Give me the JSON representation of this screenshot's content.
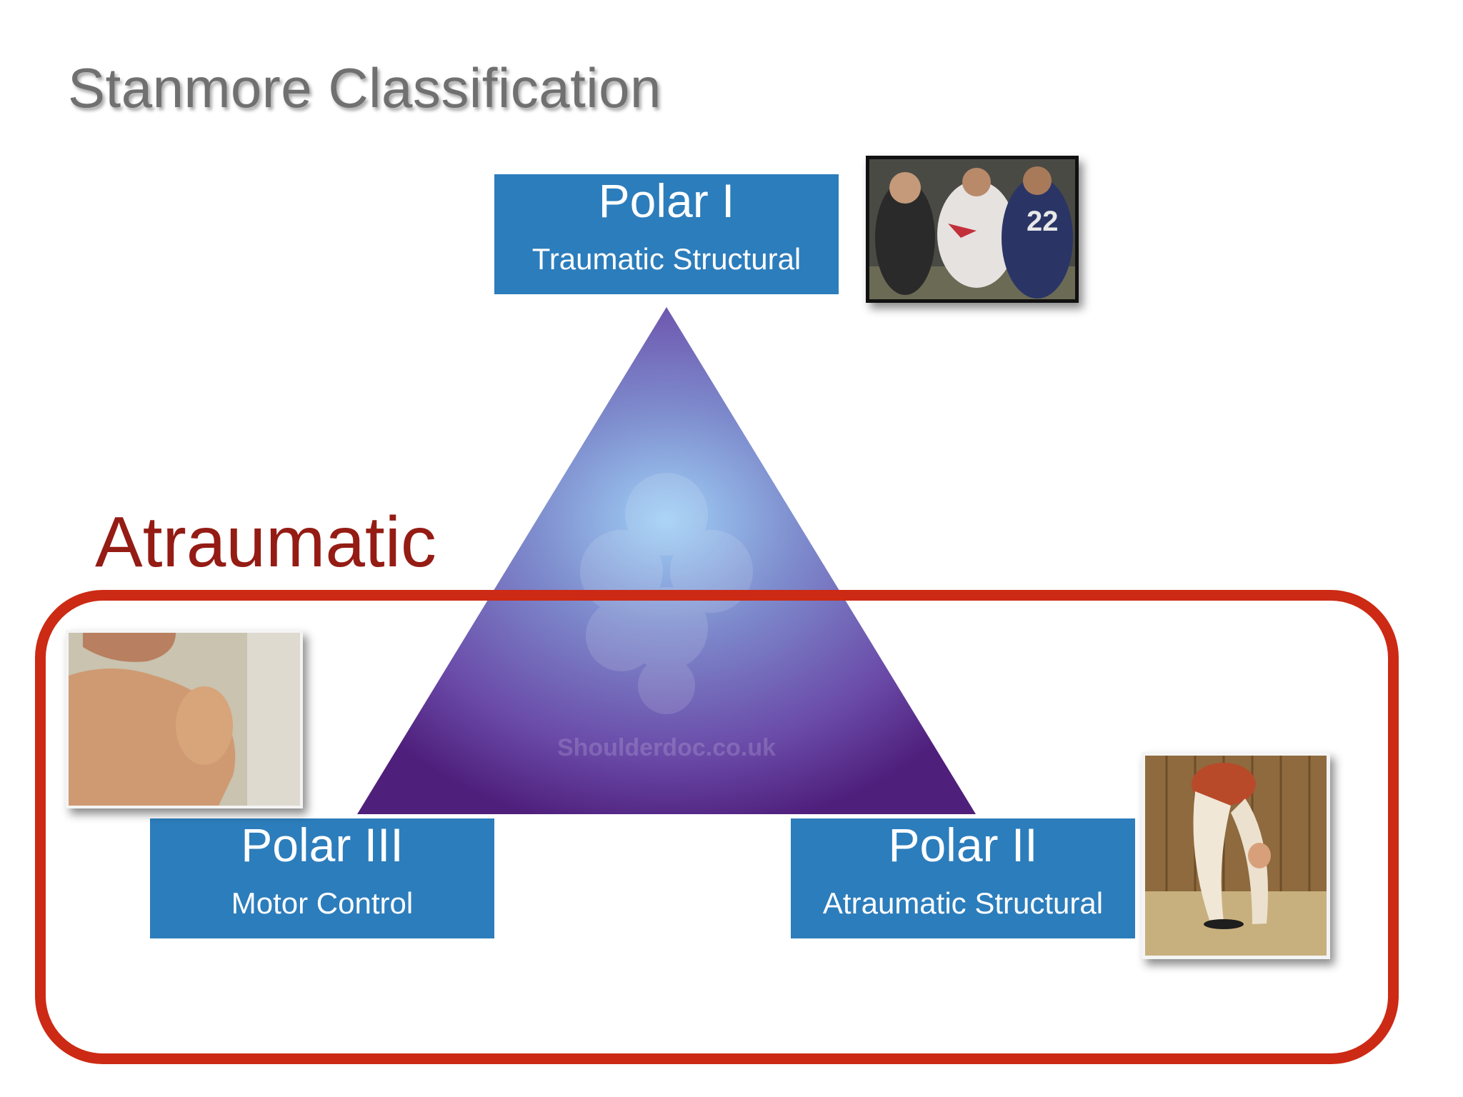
{
  "title": "Stanmore Classification",
  "atraumatic_label": "Atraumatic",
  "watermark": "Shoulderdoc.co.uk",
  "polar_1": {
    "name": "Polar I",
    "subtitle": "Traumatic Structural"
  },
  "polar_2": {
    "name": "Polar II",
    "subtitle": "Atraumatic Structural"
  },
  "polar_3": {
    "name": "Polar III",
    "subtitle": "Motor Control"
  },
  "colors": {
    "box_blue": "#2c7dbc",
    "frame_red": "#cc2a14",
    "label_red": "#941c14",
    "triangle_top": "#7f86c8",
    "triangle_bottom": "#4f1f7c"
  },
  "photos": {
    "polar_1": "rugby-tackle-photo",
    "polar_2": "contortionist-photo",
    "polar_3": "shoulder-photo"
  }
}
